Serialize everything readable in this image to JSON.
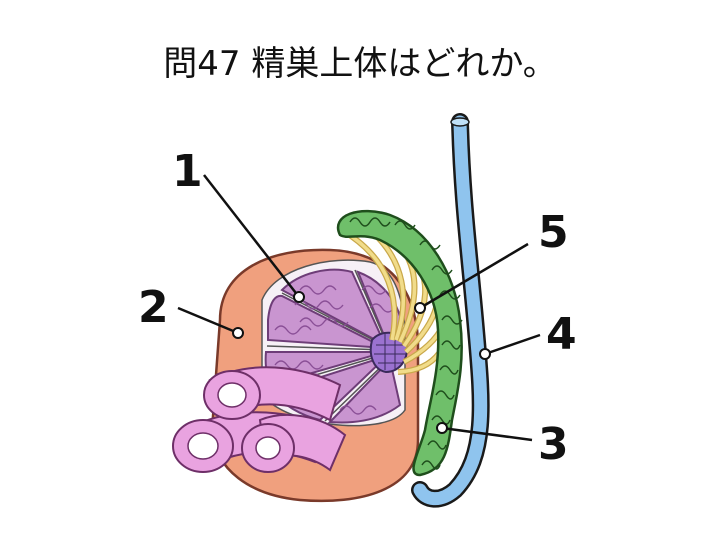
{
  "question": {
    "title": "問47 精巣上体はどれか。"
  },
  "diagram": {
    "labels": [
      {
        "id": "1",
        "text": "1"
      },
      {
        "id": "2",
        "text": "2"
      },
      {
        "id": "3",
        "text": "3"
      },
      {
        "id": "4",
        "text": "4"
      },
      {
        "id": "5",
        "text": "5"
      }
    ],
    "colors": {
      "tunica": "#f0a07e",
      "tunica_outline": "#7a3a2a",
      "lobule": "#c995d0",
      "lobule_outline": "#6e3d78",
      "rete_testis": "#9b72d0",
      "epididymis": "#6fbf6a",
      "efferent_ducts": "#f1dc8a",
      "vas_deferens": "#8fc4ee",
      "cord_tube": "#e9a3e0",
      "outline": "#1a1a1a"
    }
  }
}
